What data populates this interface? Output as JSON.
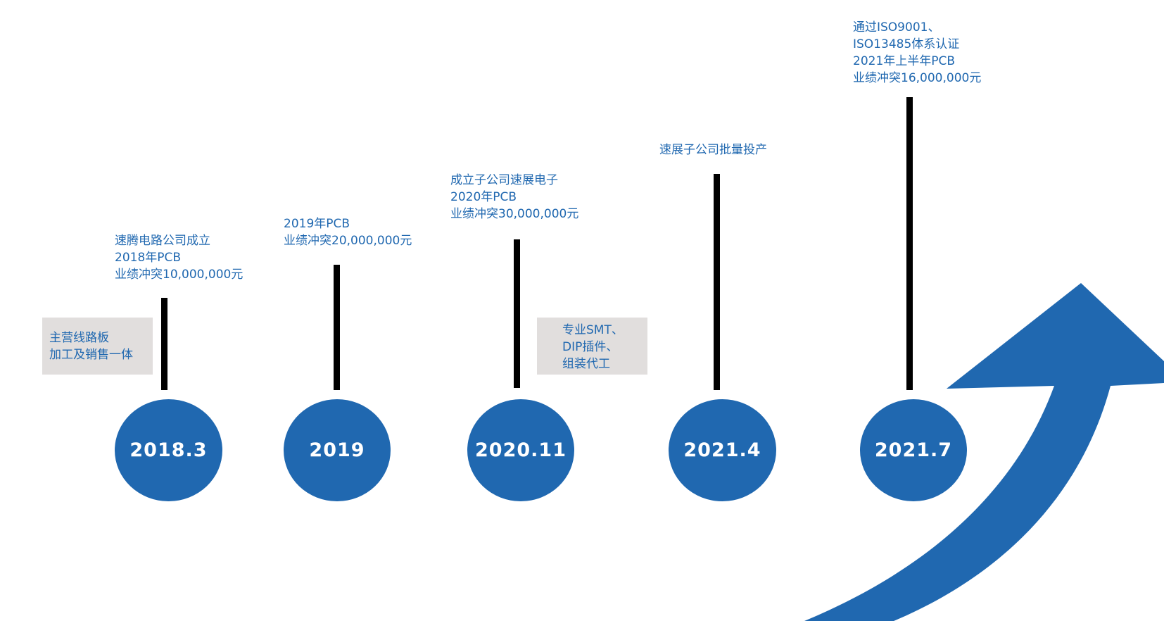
{
  "colors": {
    "accent": "#2068b0",
    "stem": "#000000",
    "note_background": "#e1dedd",
    "circle_text": "#ffffff"
  },
  "milestones": [
    {
      "year": "2018.3",
      "lines": [
        "速腾电路公司成立",
        "2018年PCB",
        "业绩冲突10,000,000元"
      ]
    },
    {
      "year": "2019",
      "lines": [
        "2019年PCB",
        "业绩冲突20,000,000元"
      ]
    },
    {
      "year": "2020.11",
      "lines": [
        "成立子公司速展电子",
        "2020年PCB",
        "业绩冲突30,000,000元"
      ]
    },
    {
      "year": "2021.4",
      "lines": [
        "速展子公司批量投产"
      ]
    },
    {
      "year": "2021.7",
      "lines": [
        "通过ISO9001、",
        "ISO13485体系认证",
        "2021年上半年PCB",
        "业绩冲突16,000,000元"
      ]
    }
  ],
  "notes": [
    {
      "lines": [
        "主营线路板",
        "加工及销售一体"
      ]
    },
    {
      "lines": [
        "专业SMT、",
        "DIP插件、",
        "组装代工"
      ]
    }
  ],
  "arrow_icon": "growth-arrow-icon"
}
